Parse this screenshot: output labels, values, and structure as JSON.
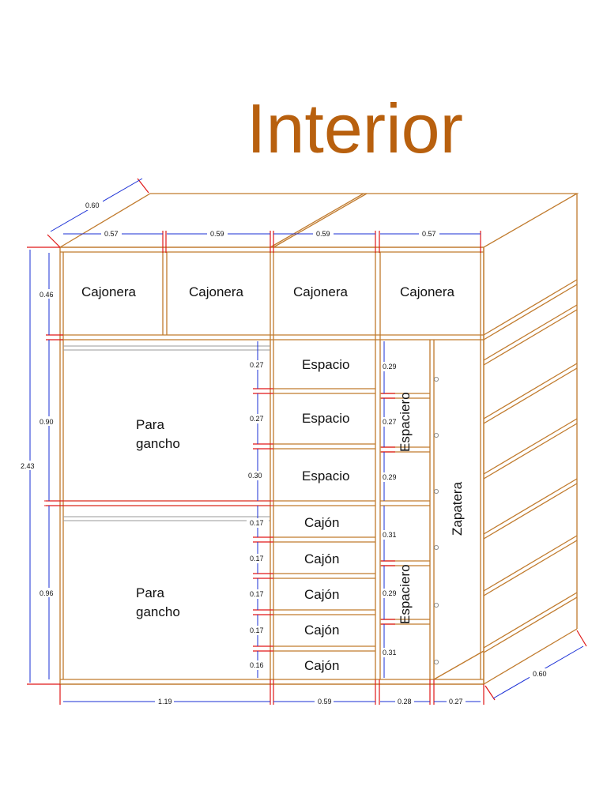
{
  "title": "Interior",
  "labels": {
    "cajonera_1": "Cajonera",
    "cajonera_2": "Cajonera",
    "cajonera_3": "Cajonera",
    "cajonera_4": "Cajonera",
    "espacio_1": "Espacio",
    "espacio_2": "Espacio",
    "espacio_3": "Espacio",
    "para_gancho_upper_1": "Para",
    "para_gancho_upper_2": "gancho",
    "para_gancho_lower_1": "Para",
    "para_gancho_lower_2": "gancho",
    "cajon_1": "Cajón",
    "cajon_2": "Cajón",
    "cajon_3": "Cajón",
    "cajon_4": "Cajón",
    "cajon_5": "Cajón",
    "espaciero_upper": "Espaciero",
    "espaciero_lower": "Espaciero",
    "zapatera": "Zapatera"
  },
  "dims": {
    "depth_top": "0.60",
    "depth_bottom": "0.60",
    "top_w1": "0.57",
    "top_w2": "0.59",
    "top_w3": "0.59",
    "top_w4": "0.57",
    "total_height": "2.43",
    "h_cajonera": "0.46",
    "h_upper": "0.90",
    "h_lower": "0.96",
    "esp_1": "0.27",
    "esp_2": "0.27",
    "esp_3": "0.30",
    "cajon_1": "0.17",
    "cajon_2": "0.17",
    "cajon_3": "0.17",
    "cajon_4": "0.17",
    "cajon_5": "0.16",
    "espaciero_1": "0.29",
    "espaciero_2": "0.27",
    "espaciero_3": "0.29",
    "espaciero_4": "0.31",
    "espaciero_5": "0.29",
    "espaciero_6": "0.31",
    "bottom_w1": "1.19",
    "bottom_w2": "0.59",
    "bottom_w3": "0.28",
    "bottom_w4": "0.27"
  }
}
